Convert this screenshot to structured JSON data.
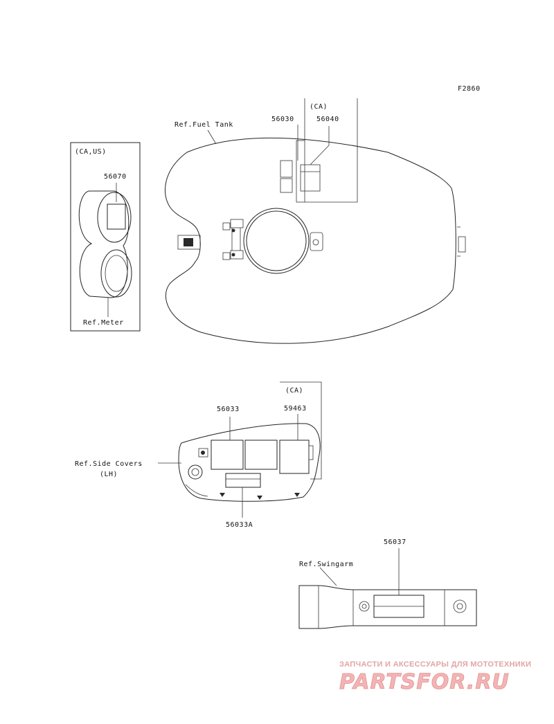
{
  "figure_code": "F2860",
  "fuel_tank": {
    "ref_label": "Ref.Fuel Tank",
    "part_a": "56030",
    "ca_label": "(CA)",
    "part_b": "56040"
  },
  "meter": {
    "region_label": "(CA,US)",
    "part": "56070",
    "ref_label": "Ref.Meter"
  },
  "side_cover": {
    "ref_label_line1": "Ref.Side Covers",
    "ref_label_line2": "(LH)",
    "part_a": "56033",
    "part_b": "56033A",
    "ca_label": "(CA)",
    "part_c": "59463"
  },
  "swingarm": {
    "ref_label": "Ref.Swingarm",
    "part": "56037"
  },
  "watermark": {
    "tagline": "ЗАПЧАСТИ И АКСЕССУАРЫ ДЛЯ МОТОТЕХНИКИ",
    "logo": "PARTSFOR.RU"
  }
}
